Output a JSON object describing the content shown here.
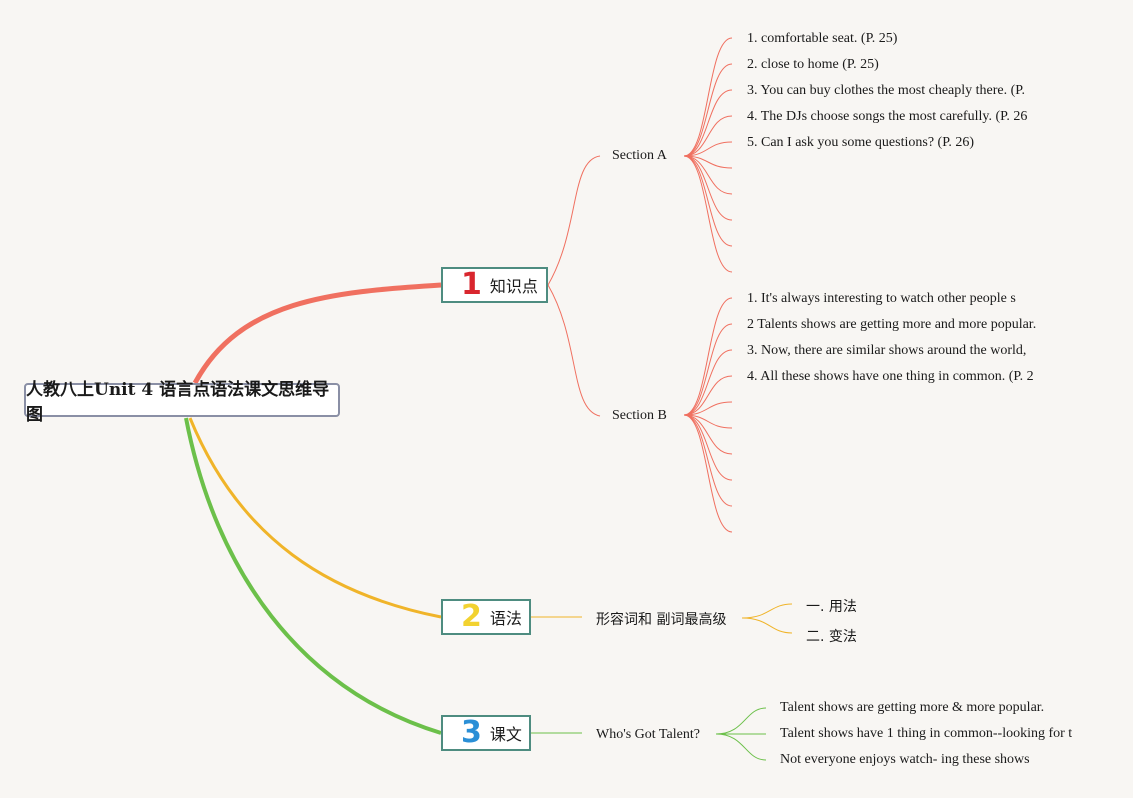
{
  "root": {
    "title": "人教八上Unit 4 语言点语法课文思维导图"
  },
  "colors": {
    "branch1": "#f07060",
    "branch2": "#f0b429",
    "branch3": "#6cc04a",
    "num1": "#d9262e",
    "num2": "#f2d230",
    "num3": "#2b8fd6"
  },
  "topics": [
    {
      "num": "1",
      "label": "知识点"
    },
    {
      "num": "2",
      "label": "语法"
    },
    {
      "num": "3",
      "label": "课文"
    }
  ],
  "knowledge": {
    "section_a": {
      "label": "Section A",
      "items": [
        "1. comfortable seat. (P. 25)",
        "2. close to home (P. 25)",
        "3. You can buy clothes the most cheaply there. (P.",
        "4. The DJs choose songs the most carefully. (P. 26",
        "5. Can I ask you some questions? (P. 26)"
      ]
    },
    "section_b": {
      "label": "Section B",
      "items": [
        "1. It's always interesting to watch other people s",
        "2 Talents shows are getting more and more popular.",
        "3. Now, there are similar shows around the world,",
        "4. All these shows have one thing in common. (P. 2"
      ]
    }
  },
  "grammar": {
    "label": "形容词和 副词最高级",
    "items": [
      "一. 用法",
      "二. 变法"
    ]
  },
  "text": {
    "label": "Who's Got Talent?",
    "items": [
      "Talent shows are getting more & more popular.",
      "Talent shows have 1 thing in common--looking for t",
      "Not everyone enjoys watch- ing these shows"
    ]
  }
}
